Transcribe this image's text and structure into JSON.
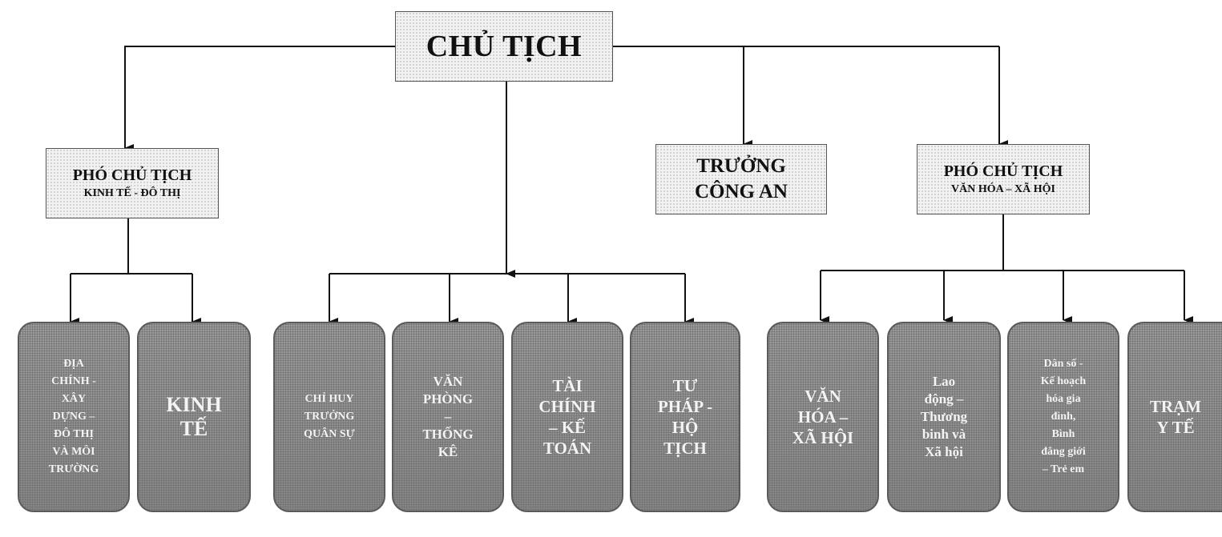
{
  "chairman": "CHỦ TỊCH",
  "vice_chair_economy": {
    "title": "PHÓ CHỦ TỊCH",
    "subtitle": "KINH TẾ - ĐÔ THỊ"
  },
  "police_chief": {
    "line1": "TRƯỞNG",
    "line2": "CÔNG AN"
  },
  "vice_chair_culture": {
    "title": "PHÓ CHỦ TỊCH",
    "subtitle": "VĂN HÓA – XÃ HỘI"
  },
  "departments": [
    "ĐỊA\nCHÍNH -\nXÂY\nDỰNG –\nĐÔ THỊ\nVÀ MÔI\nTRƯỜNG",
    "KINH\nTẾ",
    "CHỈ HUY\nTRƯỞNG\nQUÂN SỰ",
    "VĂN\nPHÒNG\n–\nTHỐNG\nKÊ",
    "TÀI\nCHÍNH\n– KẾ\nTOÁN",
    "TƯ\nPHÁP -\nHỘ\nTỊCH",
    "VĂN\nHÓA –\nXÃ HỘI",
    "Lao\nđộng –\nThương\nbinh và\nXã hội",
    "Dân số -\nKế hoạch\nhóa gia\nđình,\nBình\nđẳng giới\n– Trẻ em",
    "TRẠM\nY TẾ"
  ]
}
